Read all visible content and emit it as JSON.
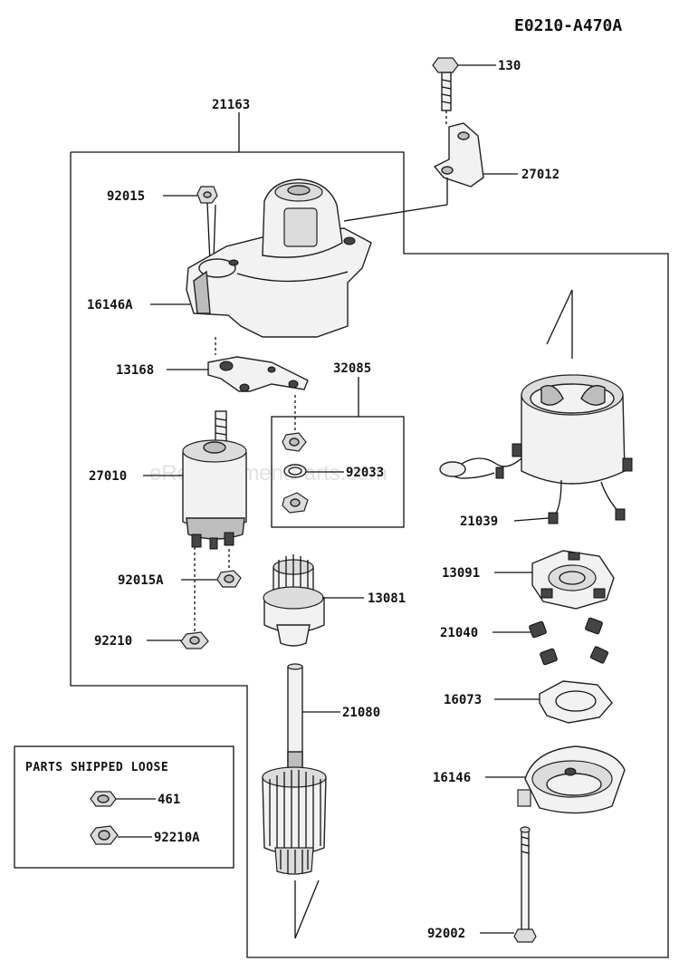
{
  "diagram": {
    "code": "E0210-A470A",
    "watermark": "eReplacementParts.com",
    "labels": {
      "p130": "130",
      "p21163": "21163",
      "p27012": "27012",
      "p92015": "92015",
      "p16146a": "16146A",
      "p13168": "13168",
      "p32085": "32085",
      "p27010": "27010",
      "p92033": "92033",
      "p21039": "21039",
      "p13091": "13091",
      "p92015a": "92015A",
      "p13081": "13081",
      "p21040": "21040",
      "p92210": "92210",
      "p16073": "16073",
      "p21080": "21080",
      "p16146": "16146",
      "p92002": "92002"
    },
    "loose_box": {
      "title": "PARTS SHIPPED LOOSE",
      "p461": "461",
      "p92210a": "92210A"
    }
  }
}
